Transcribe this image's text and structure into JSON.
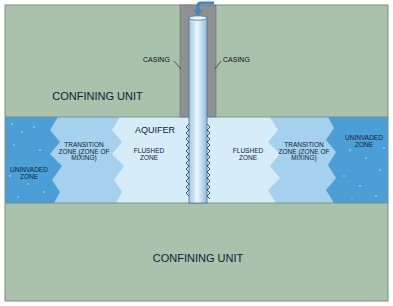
{
  "diagram": {
    "nodes": [
      {
        "text": [
          "CONFINING UNIT"
        ]
      },
      {
        "text": [
          "AQUIFER"
        ]
      },
      {
        "text": [
          "UNINVADED ZONE"
        ],
        "in": 1
      },
      {
        "text": [
          "TRANSITION ZONE (ZONE OF MIXING)"
        ],
        "in": 1
      },
      {
        "text": [
          "FLUSHED ZONE"
        ],
        "in": 1
      },
      {
        "text": [
          "FLUSHED ZONE"
        ],
        "in": 1
      },
      {
        "text": [
          "TRANSITION ZONE (ZONE OF MIXING)"
        ],
        "in": 1
      },
      {
        "text": [
          "UNINVADED ZONE"
        ],
        "in": 1
      },
      {
        "text": [
          "CONFINING UNIT"
        ]
      }
    ],
    "labels": [
      "CASING",
      "CASING"
    ]
  }
}
